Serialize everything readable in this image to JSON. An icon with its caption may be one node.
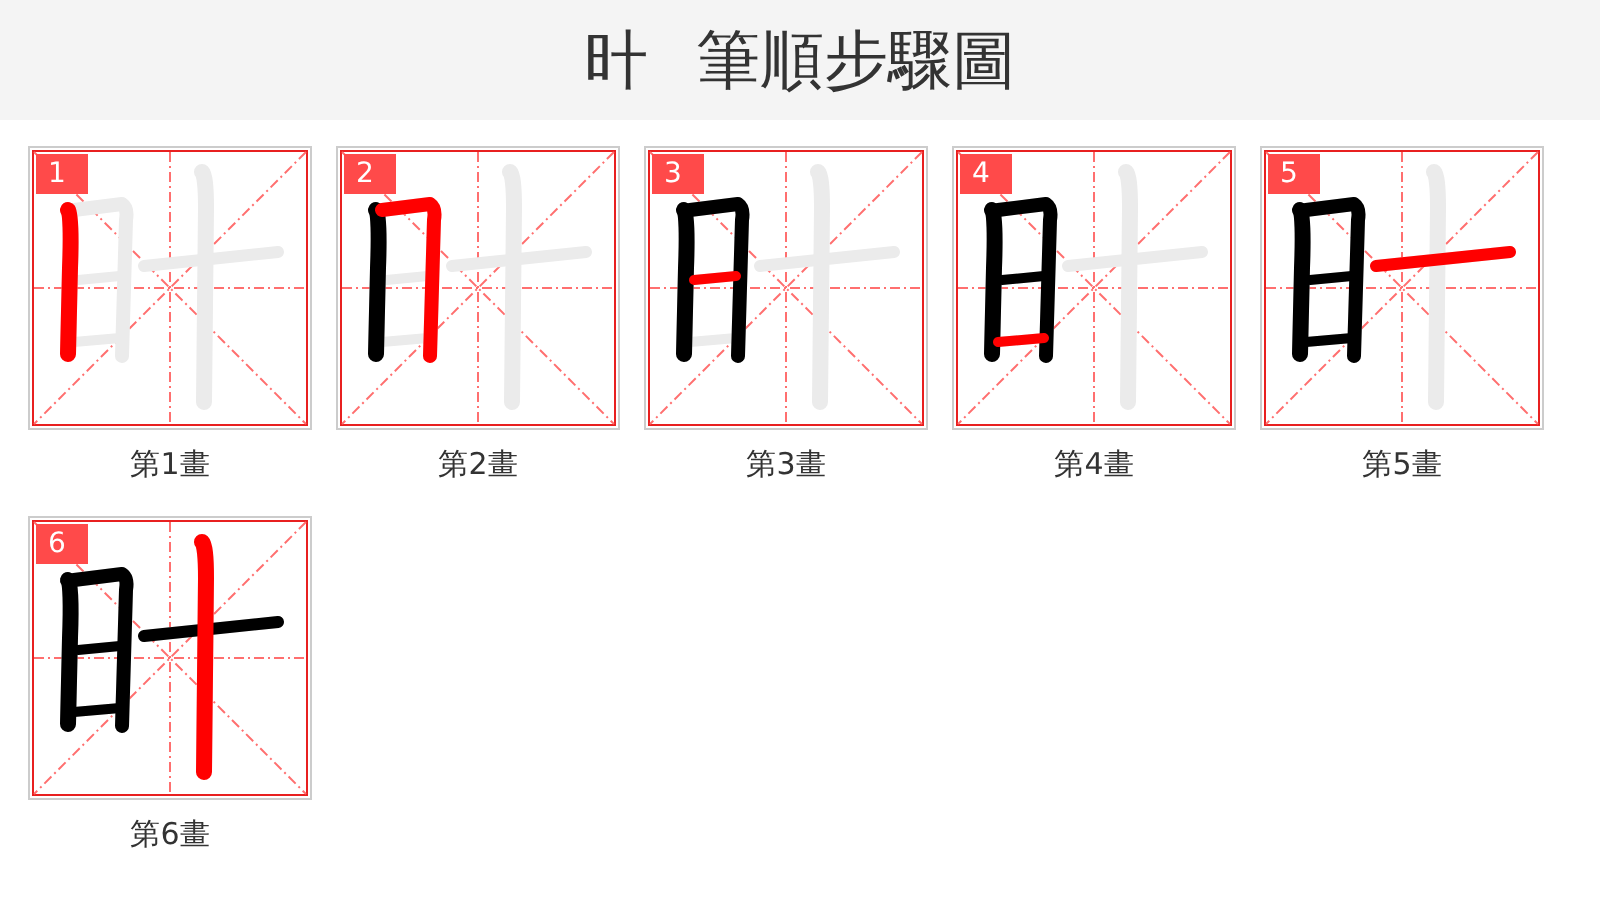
{
  "diagram": {
    "title": "旪 筆順步驟圖",
    "nodes": [
      {
        "text": [
          "1"
        ],
        "beside": [
          "第1畫"
        ]
      },
      {
        "text": [
          "2"
        ],
        "beside": [
          "第2畫"
        ]
      },
      {
        "text": [
          "3"
        ],
        "beside": [
          "第3畫"
        ]
      },
      {
        "text": [
          "4"
        ],
        "beside": [
          "第4畫"
        ]
      },
      {
        "text": [
          "5"
        ],
        "beside": [
          "第5畫"
        ]
      },
      {
        "text": [
          "6"
        ],
        "beside": [
          "第6畫"
        ]
      }
    ]
  }
}
